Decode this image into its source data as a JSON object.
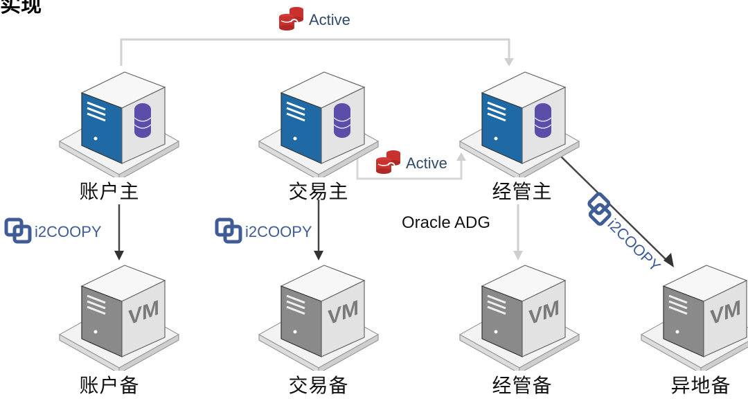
{
  "heading_fragment": "实现",
  "replication_labels": {
    "active_top": "Active",
    "active_middle": "Active",
    "oracle_adg": "Oracle ADG",
    "coopy_left": "i2COOPY",
    "coopy_middle": "i2COOPY",
    "coopy_diagonal": "i2COOPY"
  },
  "primary_nodes": [
    {
      "label": "账户主",
      "type": "physical-db-server"
    },
    {
      "label": "交易主",
      "type": "physical-db-server"
    },
    {
      "label": "经管主",
      "type": "physical-db-server"
    }
  ],
  "standby_nodes": [
    {
      "label": "账户备",
      "type": "vm-server",
      "vm_text": "VM"
    },
    {
      "label": "交易备",
      "type": "vm-server",
      "vm_text": "VM"
    },
    {
      "label": "经管备",
      "type": "vm-server",
      "vm_text": "VM"
    },
    {
      "label": "异地备",
      "type": "vm-server",
      "vm_text": "VM"
    }
  ],
  "icons": {
    "active": "db-sync-icon",
    "coopy": "i2coopy-logo-icon"
  },
  "colors": {
    "primary_blue": "#1f6aa5",
    "db_purple": "#5b4ea8",
    "active_red": "#c8312e",
    "coopy_blue": "#3f5c97",
    "vm_gray": "#7d7d7d",
    "arrow_dark": "#444444",
    "arrow_light": "#c8c8c8"
  }
}
